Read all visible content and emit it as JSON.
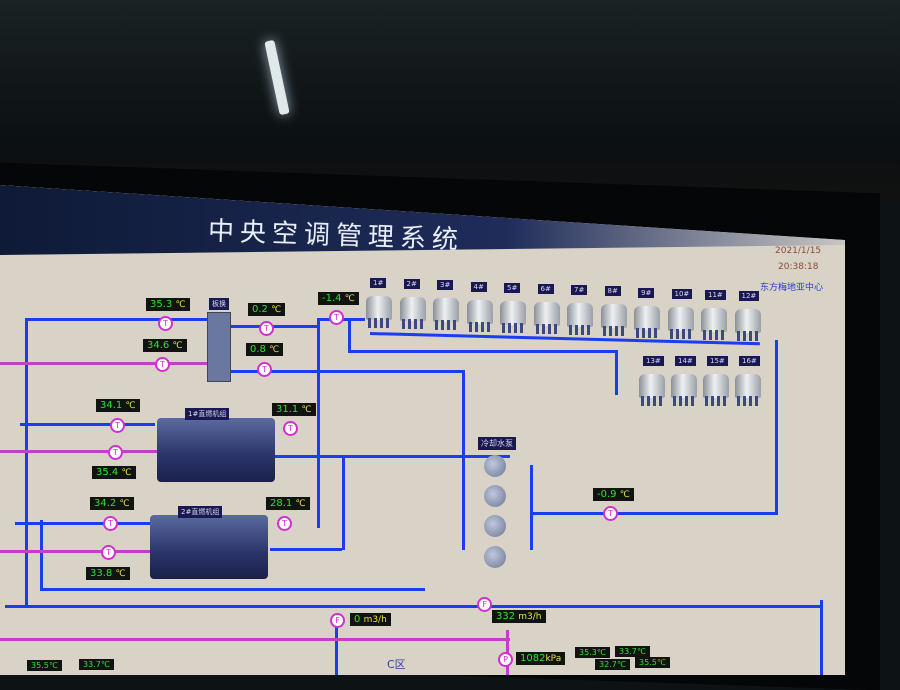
{
  "header": {
    "title": "中央空调管理系统",
    "date": "2021/1/15",
    "time": "20:38:18",
    "org": "东方梅地亚中心"
  },
  "manifold_label": "板换",
  "towers": [
    "1#",
    "2#",
    "3#",
    "4#",
    "5#",
    "6#",
    "7#",
    "8#",
    "9#",
    "10#",
    "11#",
    "12#",
    "13#",
    "14#",
    "15#",
    "16#"
  ],
  "chillers": [
    {
      "label": "1#直燃机组"
    },
    {
      "label": "2#直燃机组"
    }
  ],
  "pump_label": "冷却水泵",
  "unit_c": "℃",
  "temps": {
    "t1": "35.3",
    "t2": "0.2",
    "t3": "-1.4",
    "t4": "34.6",
    "t5": "0.8",
    "t6": "34.1",
    "t7": "31.1",
    "t8": "35.4",
    "t9": "34.2",
    "t10": "28.1",
    "t11": "33.8",
    "t12": "-0.9"
  },
  "flows": [
    {
      "value": "0",
      "unit": "m3/h"
    },
    {
      "value": "332",
      "unit": "m3/h"
    }
  ],
  "pressure": {
    "value": "1082",
    "unit": "kPa"
  },
  "zone": "C区",
  "bottom_temps": [
    "35.5℃",
    "33.7℃",
    "35.3℃",
    "33.7℃",
    "32.7℃",
    "35.5℃"
  ],
  "sensor_T": "T",
  "sensor_F": "F",
  "sensor_P": "P"
}
